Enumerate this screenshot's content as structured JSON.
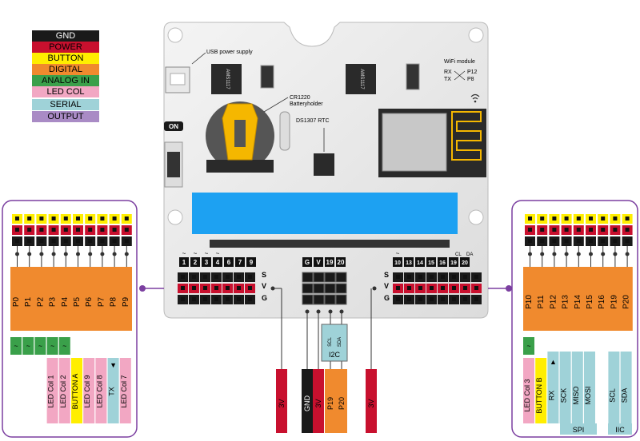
{
  "legend": [
    {
      "label": "GND",
      "bg": "#1a1a1a",
      "fg": "#ffffff"
    },
    {
      "label": "POWER",
      "bg": "#c8102e",
      "fg": "#000000"
    },
    {
      "label": "BUTTON",
      "bg": "#ffee00",
      "fg": "#000000"
    },
    {
      "label": "DIGITAL",
      "bg": "#f08a2e",
      "fg": "#000000"
    },
    {
      "label": "ANALOG IN",
      "bg": "#3aa04a",
      "fg": "#000000"
    },
    {
      "label": "LED COL",
      "bg": "#f2a7c3",
      "fg": "#000000"
    },
    {
      "label": "SERIAL",
      "bg": "#9fd2d8",
      "fg": "#000000"
    },
    {
      "label": "OUTPUT",
      "bg": "#a98bc5",
      "fg": "#000000"
    }
  ],
  "colors": {
    "gnd": "#1a1a1a",
    "power": "#c8102e",
    "button": "#ffee00",
    "digital": "#f08a2e",
    "analog": "#3aa04a",
    "led": "#f2a7c3",
    "serial": "#9fd2d8",
    "output": "#a98bc5",
    "purple": "#7b3fa0",
    "lcd": "#1da1f2"
  },
  "board": {
    "usb_label": "USB power supply",
    "chip1_label": "AMS1117",
    "chip2_label": "AMS1117",
    "battery_label_1": "CR1220",
    "battery_label_2": "Batteryholder",
    "rtc_label": "DS1307 RTC",
    "wifi_title": "WiFi module",
    "wifi_rx": "RX",
    "wifi_tx": "TX",
    "wifi_p12": "P12",
    "wifi_p8": "P8",
    "on_label": "ON",
    "row_s": "S",
    "row_v": "V",
    "row_g": "G",
    "left_pins": [
      "1",
      "2",
      "3",
      "4",
      "6",
      "7",
      "9"
    ],
    "mid_pins": [
      "G",
      "V",
      "19",
      "20"
    ],
    "right_pins": [
      "10",
      "13",
      "14",
      "15",
      "16",
      "19",
      "20"
    ],
    "cl": "CL",
    "da": "DA",
    "tilde": "~"
  },
  "left_panel": {
    "pins": [
      "P0",
      "P1",
      "P2",
      "P3",
      "P4",
      "P5",
      "P6",
      "P7",
      "P8",
      "P9"
    ],
    "analog": [
      "~",
      "~",
      "~",
      "~",
      "~"
    ],
    "labels": [
      "LED Col 1",
      "LED Col 2",
      "BUTTON A",
      "LED Col 9",
      "LED Col 8",
      "TX",
      "LED Col 7"
    ],
    "tx_arrow": "▼"
  },
  "right_panel": {
    "pins": [
      "P10",
      "P11",
      "P12",
      "P13",
      "P14",
      "P15",
      "P16",
      "P19",
      "P20"
    ],
    "analog": [
      "~"
    ],
    "labels": [
      "LED Col 3",
      "BUTTON B",
      "RX",
      "SCK",
      "MISO",
      "MOSI",
      "SCL",
      "SDA"
    ],
    "rx_arrow": "▲",
    "spi": "SPI",
    "iic": "IIC"
  },
  "bottom": {
    "v3_left": "3V",
    "gnd": "GND",
    "v3_mid": "3V",
    "p19": "P19",
    "p20": "P20",
    "v3_right": "3V",
    "scl": "SCL",
    "sda": "SDA",
    "i2c": "I2C"
  }
}
